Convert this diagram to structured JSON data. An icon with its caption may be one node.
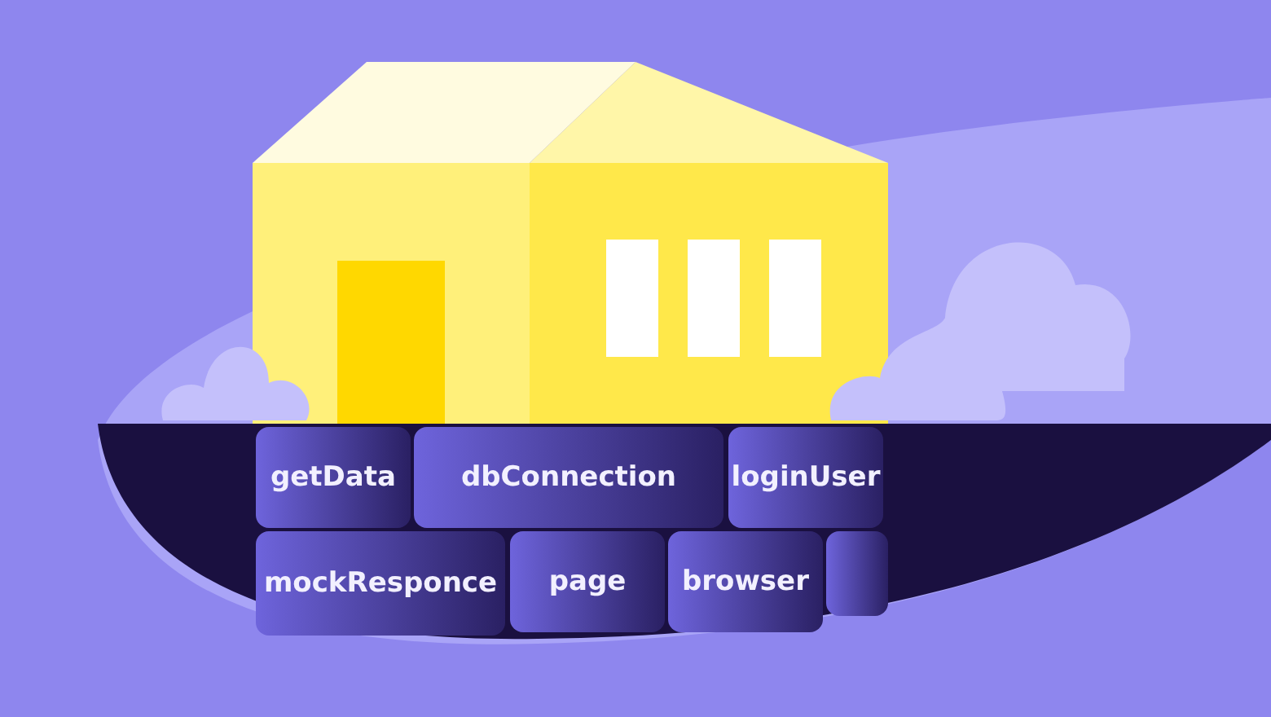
{
  "diagram": {
    "nodes": [
      {
        "text": [
          "getData"
        ]
      },
      {
        "text": [
          "dbConnection"
        ]
      },
      {
        "text": [
          "loginUser"
        ]
      },
      {
        "text": [
          "mockResponce"
        ]
      },
      {
        "text": [
          "page"
        ]
      },
      {
        "text": [
          "browser"
        ]
      },
      {
        "text": [],
        "shape": "box"
      }
    ]
  }
}
